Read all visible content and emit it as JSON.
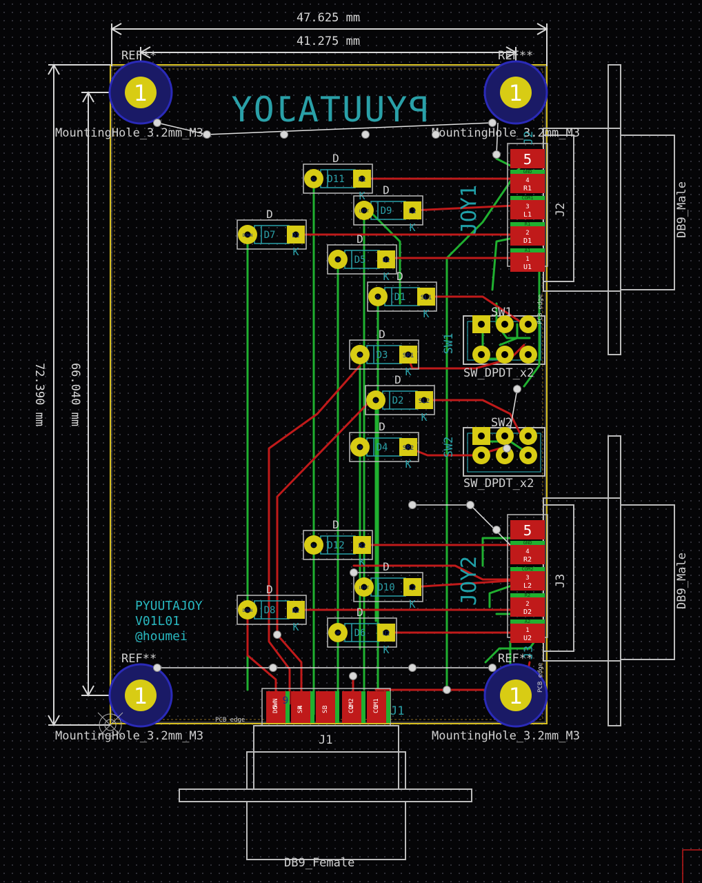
{
  "dimensions": {
    "width_outer": "47.625 mm",
    "width_inner": "41.275 mm",
    "height_outer": "72.390 mm",
    "height_inner": "66.040 mm"
  },
  "board": {
    "title": "PYUUTAJOY",
    "credit": [
      "PYUUTAJOY",
      "V01L01",
      "@houmei"
    ],
    "edge_label": "PCB edge",
    "colors": {
      "copper_front": "#c81e1e",
      "copper_back": "#20b030",
      "pad": "#d8cc14",
      "fab": "#2aa0a8",
      "silk": "#d0d0d0"
    }
  },
  "mounting_holes": {
    "ref": "REF**",
    "pad": "1",
    "value": "MountingHole_3.2mm_M3"
  },
  "diode_designator": "D",
  "diode_k": "K",
  "diode_tags": [
    {
      "ref": "D11",
      "label": "R1"
    },
    {
      "ref": "D9",
      "label": "L1"
    },
    {
      "ref": "D7",
      "label": "D1"
    },
    {
      "ref": "D5",
      "label": "U1"
    },
    {
      "ref": "D1",
      "label": "SL1"
    },
    {
      "ref": "D3",
      "label": "SR1"
    },
    {
      "ref": "D2",
      "label": "SL2"
    },
    {
      "ref": "D4",
      "label": "SR2"
    },
    {
      "ref": "D12",
      "label": "R2"
    },
    {
      "ref": "D10",
      "label": "L2"
    },
    {
      "ref": "D8",
      "label": "D2"
    },
    {
      "ref": "D6",
      "label": "U2"
    }
  ],
  "diode_anode_labels": [
    "SL",
    "LEFT",
    "DOWN",
    "UP",
    "SL",
    "SR",
    "SL",
    "SR",
    "SL",
    "LEFT",
    "DOWN",
    "UP"
  ],
  "connectors": {
    "J2": {
      "ref": "J2",
      "value": "DB9_Male",
      "fab": "JOY1",
      "pad_big": "5",
      "pins": [
        {
          "num": "4",
          "sig": "R1",
          "net": "GND"
        },
        {
          "num": "3",
          "sig": "L1",
          "net": "COM1"
        },
        {
          "num": "2",
          "sig": "D1",
          "net": "R1"
        },
        {
          "num": "1",
          "sig": "U1",
          "net": "A1"
        }
      ]
    },
    "J3": {
      "ref": "J3",
      "value": "DB9_Male",
      "fab": "JOY2",
      "pad_big": "5",
      "pins": [
        {
          "num": "4",
          "sig": "R2",
          "net": "GND"
        },
        {
          "num": "3",
          "sig": "L2",
          "net": "COM2"
        },
        {
          "num": "2",
          "sig": "D2",
          "net": "R2"
        },
        {
          "num": "1",
          "sig": "U2",
          "net": "A2"
        }
      ]
    },
    "J1": {
      "ref": "J1",
      "value": "DB9_Female",
      "pad_big": "9",
      "pins": [
        {
          "num": "5",
          "sig": "DOWN"
        },
        {
          "num": "4",
          "sig": "SR"
        },
        {
          "num": "3",
          "sig": "SL"
        },
        {
          "num": "2",
          "sig": "COM2"
        },
        {
          "num": "1",
          "sig": "COM1"
        }
      ]
    }
  },
  "switches": {
    "SW1": {
      "ref": "SW1",
      "value": "SW_DPDT_x2"
    },
    "SW2": {
      "ref": "SW2",
      "value": "SW_DPDT_x2"
    }
  }
}
